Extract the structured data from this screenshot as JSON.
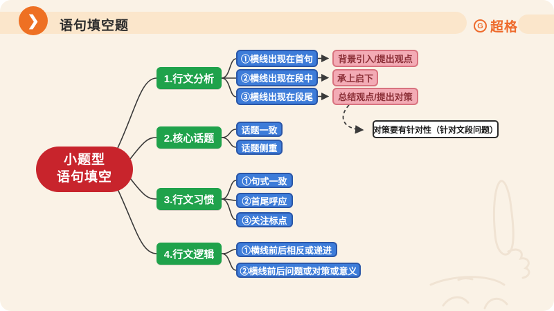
{
  "header": {
    "title": "语句填空题",
    "brand": {
      "icon_letter": "G",
      "name": "超格"
    }
  },
  "icons": {
    "chevron": "❯"
  },
  "mindmap": {
    "root": {
      "line1": "小题型",
      "line2": "语句填空"
    },
    "groups": [
      {
        "label": "1.行文分析",
        "children": [
          "①横线出现在首句",
          "②横线出现在段中",
          "③横线出现在段尾"
        ],
        "outcomes": [
          "背景引入/提出观点",
          "承上启下",
          "总结观点/提出对策"
        ]
      },
      {
        "label": "2.核心话题",
        "children": [
          "话题一致",
          "话题侧重"
        ]
      },
      {
        "label": "3.行文习惯",
        "children": [
          "①句式一致",
          "②首尾呼应",
          "③关注标点"
        ]
      },
      {
        "label": "4.行文逻辑",
        "children": [
          "①横线前后相反或递进",
          "②横线前后问题或对策或意义"
        ]
      }
    ],
    "note": "对策要有针对性（针对文段问题）"
  },
  "colors": {
    "background": "#FAF2E6",
    "header_bar": "#FBE6CB",
    "accent_orange": "#EE7023",
    "root_red": "#C8242C",
    "node_green": "#1FA24B",
    "node_blue": "#3D7CD9",
    "node_blue_border": "#2B56A7",
    "node_pink": "#F3ABB5",
    "node_pink_border": "#D8737F",
    "node_pink_text": "#8C3038",
    "connector": "#3A3A3A"
  }
}
